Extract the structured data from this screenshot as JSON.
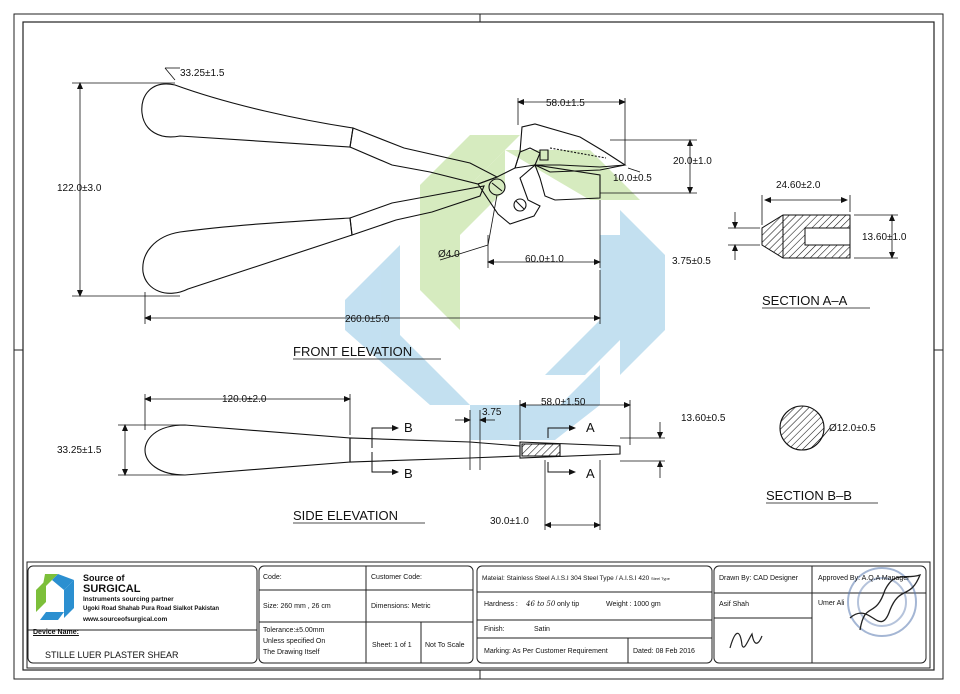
{
  "views": {
    "front_elevation": "FRONT ELEVATION",
    "side_elevation": "SIDE ELEVATION",
    "section_aa": "SECTION A–A",
    "section_bb": "SECTION B–B"
  },
  "dimensions": {
    "handle_end_width": "33.25±1.5",
    "overall_height": "122.0±3.0",
    "jaw_length": "58.0±1.5",
    "jaw_height": "20.0±1.0",
    "tip_height": "10.0±0.5",
    "pivot_hole": "Ø4.0",
    "pivot_to_tip": "60.0±1.0",
    "overall_length": "260.0±5.0",
    "section_aa_width": "24.60±2.0",
    "section_aa_height": "13.60±1.0",
    "section_aa_step": "3.75±0.5",
    "side_handle_length": "120.0±2.0",
    "side_handle_width": "33.25±1.5",
    "side_offset": "3.75",
    "side_jaw_length": "58.0±1.50",
    "side_thickness": "13.60±0.5",
    "side_hinge_length": "30.0±1.0",
    "section_bb_diameter": "Ø12.0±0.5"
  },
  "section_markers": {
    "a": "A",
    "b": "B"
  },
  "title_block": {
    "company_line1": "Source of",
    "company_line2": "SURGICAL",
    "tagline": "Instruments sourcing partner",
    "address": "Ugoki Road Shahab Pura Road Sialkot Pakistan",
    "website": "www.sourceofsurgical.com",
    "device_name_label": "Device Name:",
    "device_name": "STILLE LUER PLASTER SHEAR",
    "code_label": "Code:",
    "customer_code_label": "Customer Code:",
    "size": "Size:  260 mm , 26 cm",
    "dimensions_label": "Dimensions: Metric",
    "tolerance_1": "Tolerance:±5.00mm",
    "tolerance_2": "Unless specified On",
    "tolerance_3": "The Drawing Itself",
    "sheet": "Sheet: 1 of 1",
    "scale": "Not To Scale",
    "material": "Mateial: Stainless Steel A.I.S.I 304 Steel Type",
    "material_alt": "A.I.S.I 420",
    "material_alt_suffix": "Steel Type",
    "hardness_label": "Hardness :",
    "hardness_value": "46 to 50",
    "hardness_suffix": "only tip",
    "weight": "Weight :   1000 gm",
    "finish_label": "Finish:",
    "finish_value": "Satin",
    "marking": "Marking: As Per Customer Requirement",
    "date": "Dated: 08 Feb 2016",
    "drawn_by": "Drawn By: CAD Designer",
    "drawer_name": "Asif Shah",
    "approved_by": "Approved By: A.Q.A Manager",
    "approver_name": "Umer Ali"
  },
  "colors": {
    "line": "#111111",
    "watermark_green": "#cfe8b4",
    "watermark_blue": "#b9dbee",
    "logo_green": "#7cbf3a",
    "logo_blue": "#2b8fd0",
    "stamp_blue": "#5a7ab0"
  }
}
